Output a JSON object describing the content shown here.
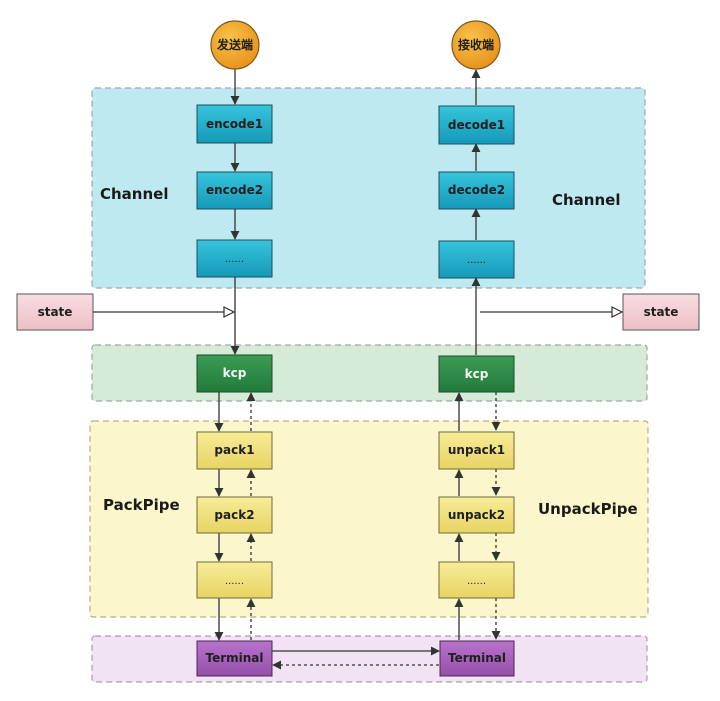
{
  "colors": {
    "channel_bg": "#bfe9f0",
    "kcp_bg": "#d6ead8",
    "pipe_bg": "#fbf6cc",
    "terminal_bg": "#f1e3f3",
    "cyan_box": "#1fb3cf",
    "green_box": "#2c8a46",
    "yellow_box": "#f2e37c",
    "purple_box": "#a55fba",
    "endpoint": "#f0a423",
    "state_box": "#f3cdd3",
    "line": "#333333"
  },
  "regions": {
    "channel_left_label": "Channel",
    "channel_right_label": "Channel",
    "packpipe_label": "PackPipe",
    "unpackpipe_label": "UnpackPipe"
  },
  "endpoints": {
    "sender": "发送端",
    "receiver": "接收端"
  },
  "left": {
    "encode1": "encode1",
    "encode2": "encode2",
    "encode_more": "......",
    "kcp": "kcp",
    "pack1": "pack1",
    "pack2": "pack2",
    "pack_more": "......",
    "terminal": "Terminal"
  },
  "right": {
    "decode1": "decode1",
    "decode2": "decode2",
    "decode_more": "......",
    "kcp": "kcp",
    "unpack1": "unpack1",
    "unpack2": "unpack2",
    "unpack_more": "......",
    "terminal": "Terminal"
  },
  "state": {
    "left": "state",
    "right": "state"
  }
}
